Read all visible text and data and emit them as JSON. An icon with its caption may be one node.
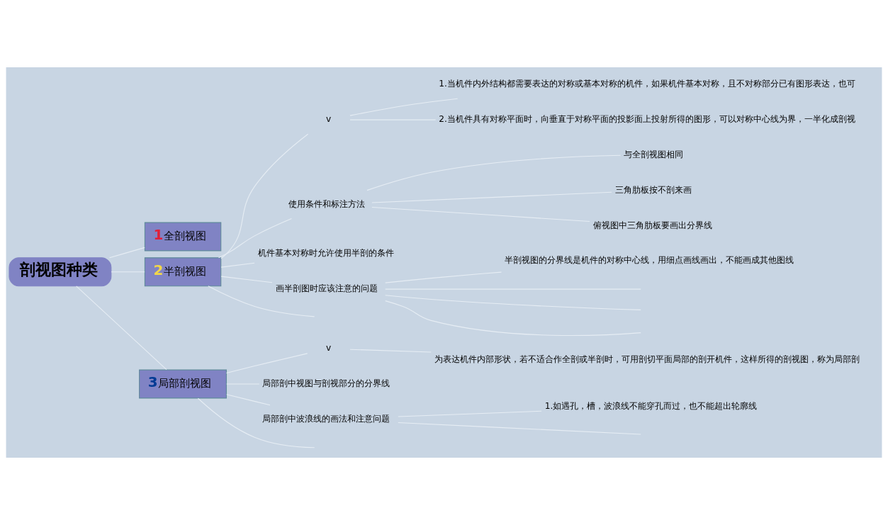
{
  "diagram": {
    "nodes": [
      {
        "text": [
          "剖视图种类"
        ]
      },
      {
        "text": [
          "1",
          "全剖视图"
        ]
      },
      {
        "text": [
          "2",
          "半剖视图"
        ]
      },
      {
        "text": [
          "v"
        ]
      },
      {
        "text": [
          "1.当机件内外结构都需要表达的对称或基本对称的机件，如果机件基本对称，且不对称部分已有图形表达，也可"
        ]
      },
      {
        "text": [
          "2.当机件具有对称平面时，向垂直于对称平面的投影面上投射所得的图形，可以对称中心线为界，一半化成剖视"
        ]
      },
      {
        "text": [
          "使用条件和标注方法"
        ]
      },
      {
        "text": [
          "与全剖视图相同"
        ]
      },
      {
        "text": [
          "三角肋板按不剖来画"
        ]
      },
      {
        "text": [
          "俯视图中三角肋板要画出分界线"
        ]
      },
      {
        "text": [
          "机件基本对称时允许使用半剖的条件"
        ]
      },
      {
        "text": [
          "画半剖图时应该注意的问题"
        ]
      },
      {
        "text": [
          "半剖视图的分界线是机件的对称中心线，用细点画线画出，不能画成其他图线"
        ]
      },
      {
        "text": [
          "3",
          "局部剖视图"
        ]
      },
      {
        "text": [
          "v"
        ]
      },
      {
        "text": [
          "为表达机件内部形状，若不适合作全剖或半剖时，可用剖切平面局部的剖开机件，这样所得的剖视图，称为局部剖"
        ]
      },
      {
        "text": [
          "局部剖中视图与剖视部分的分界线"
        ]
      },
      {
        "text": [
          "局部剖中波浪线的画法和注意问题"
        ]
      },
      {
        "text": [
          "1.如遇孔，槽，波浪线不能穿孔而过，也不能超出轮廓线"
        ]
      }
    ],
    "edges": [
      {
        "from": 0,
        "to": 1,
        "arrow": "none"
      },
      {
        "from": 0,
        "to": 2,
        "arrow": "none"
      },
      {
        "from": 0,
        "to": 13,
        "arrow": "none"
      },
      {
        "from": 2,
        "to": 3,
        "arrow": "none"
      },
      {
        "from": 3,
        "to": 4,
        "arrow": "none"
      },
      {
        "from": 3,
        "to": 5,
        "arrow": "none"
      },
      {
        "from": 2,
        "to": 6,
        "arrow": "none"
      },
      {
        "from": 6,
        "to": 7,
        "arrow": "none"
      },
      {
        "from": 6,
        "to": 8,
        "arrow": "none"
      },
      {
        "from": 6,
        "to": 9,
        "arrow": "none"
      },
      {
        "from": 2,
        "to": 10,
        "arrow": "none"
      },
      {
        "from": 2,
        "to": 11,
        "arrow": "none"
      },
      {
        "from": 11,
        "to": 12,
        "arrow": "none"
      },
      {
        "from": 11,
        "to": null,
        "arrow": "none"
      },
      {
        "from": 11,
        "to": null,
        "arrow": "none"
      },
      {
        "from": 11,
        "to": null,
        "arrow": "none"
      },
      {
        "from": 2,
        "to": null,
        "arrow": "none"
      },
      {
        "from": 13,
        "to": 14,
        "arrow": "none"
      },
      {
        "from": 14,
        "to": 15,
        "arrow": "none"
      },
      {
        "from": 13,
        "to": 16,
        "arrow": "none"
      },
      {
        "from": 13,
        "to": 17,
        "arrow": "none"
      },
      {
        "from": 17,
        "to": 18,
        "arrow": "none"
      },
      {
        "from": 17,
        "to": null,
        "arrow": "none"
      },
      {
        "from": 13,
        "to": null,
        "arrow": "none"
      }
    ]
  }
}
